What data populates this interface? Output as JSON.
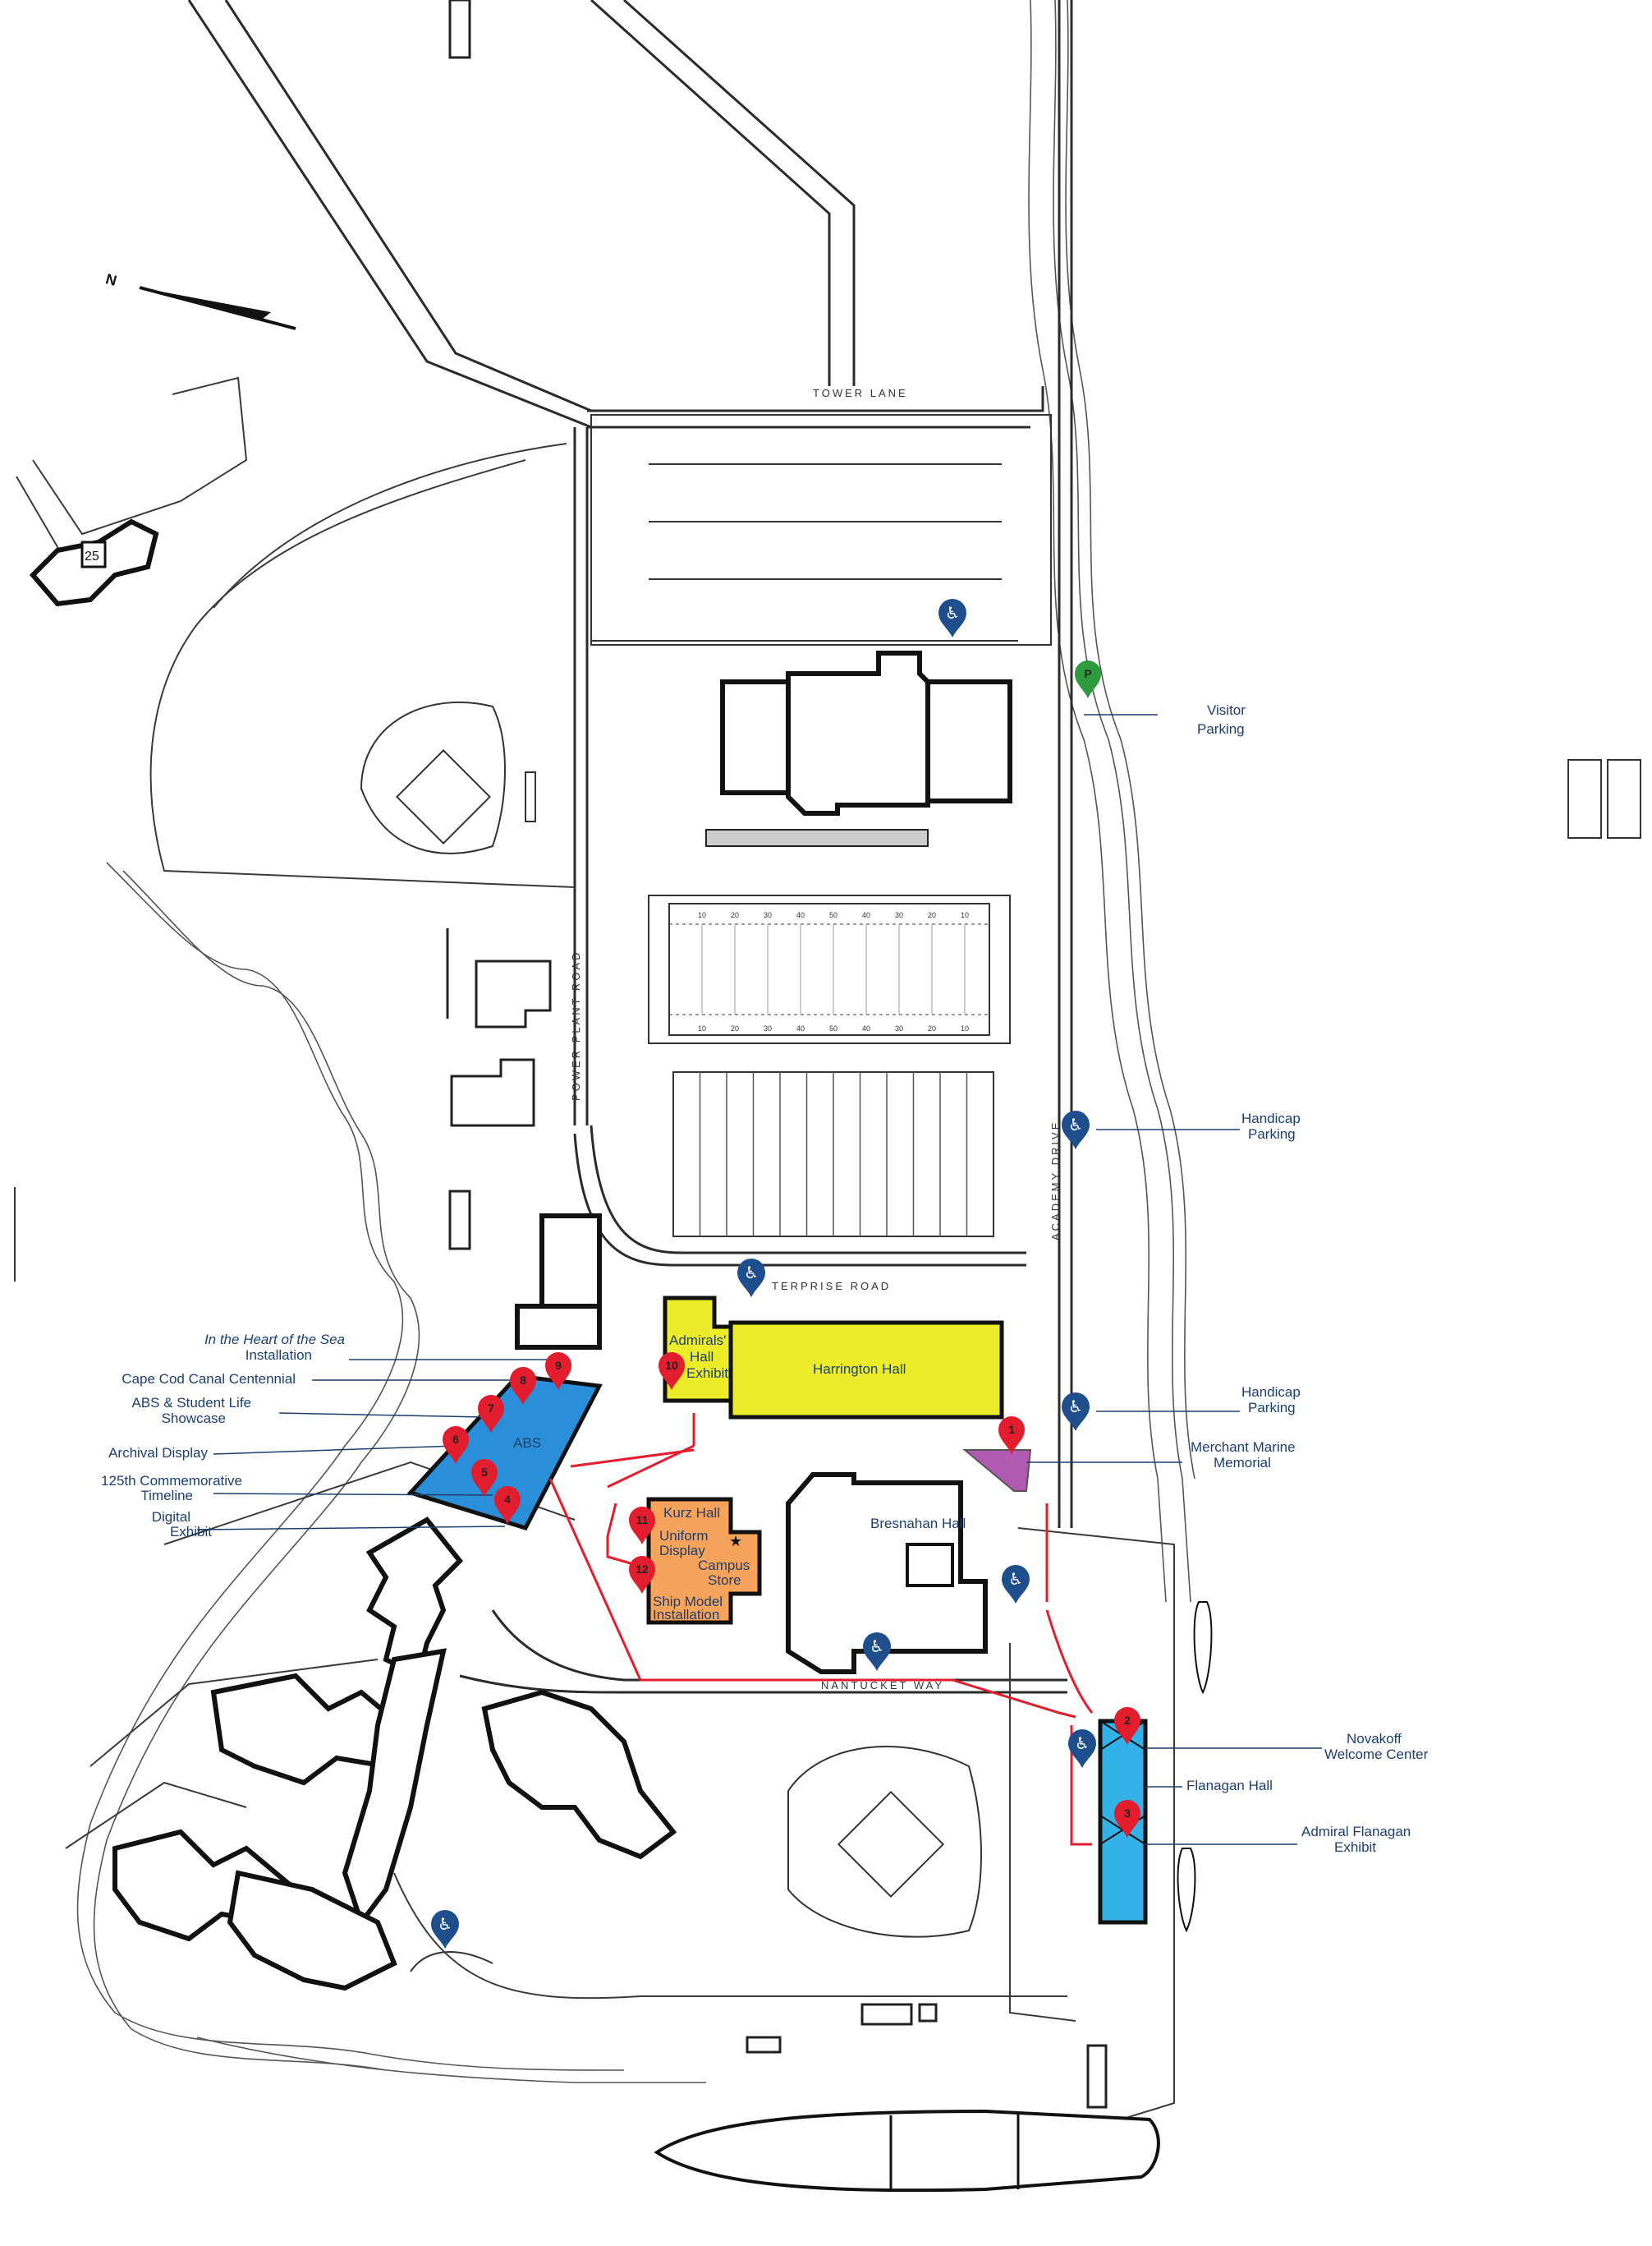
{
  "colors": {
    "pin_red": "#e21d2e",
    "handicap_blue": "#1f4e8c",
    "parking_green": "#2e9b3e",
    "abs_blue": "#2a8fd8",
    "flanagan_blue": "#33b2ea",
    "harrington_yellow": "#ecec2a",
    "kurz_orange": "#f6a45c",
    "memorial_purple": "#b05ab4",
    "label_navy": "#1d3f6e",
    "route_red": "#e21d2e"
  },
  "roads": {
    "tower_lane": "TOWER LANE",
    "power_plant_road": "POWER PLANT ROAD",
    "academy_drive": "ACADEMY DRIVE",
    "enterprise_road": "TERPRISE ROAD",
    "nantucket_way": "NANTUCKET WAY"
  },
  "buildings": {
    "building_25": "25",
    "abs": "ABS",
    "admirals_hall": [
      "Admirals'",
      "Hall",
      "Exhibit"
    ],
    "harrington_hall": "Harrington Hall",
    "bresnahan_hall": "Bresnahan Hall",
    "kurz_hall": "Kurz Hall",
    "uniform_display": [
      "Uniform",
      "Display"
    ],
    "campus_store": [
      "Campus",
      "Store"
    ],
    "ship_model": [
      "Ship Model",
      "Installation"
    ]
  },
  "left_callouts": [
    {
      "lines": [
        "In the Heart of the Sea",
        "Installation"
      ],
      "italic_first": true
    },
    {
      "lines": [
        "Cape Cod Canal Centennial"
      ]
    },
    {
      "lines": [
        "ABS & Student Life",
        "Showcase"
      ]
    },
    {
      "lines": [
        "Archival Display"
      ]
    },
    {
      "lines": [
        "125th Commemorative",
        "Timeline"
      ]
    },
    {
      "lines": [
        "Digital",
        "Exhibit"
      ]
    }
  ],
  "right_callouts": [
    {
      "lines": [
        "Visitor",
        "Parking"
      ]
    },
    {
      "lines": [
        "Handicap",
        "Parking"
      ]
    },
    {
      "lines": [
        "Handicap",
        "Parking"
      ]
    },
    {
      "lines": [
        "Merchant Marine",
        "Memorial"
      ]
    },
    {
      "lines": [
        "Novakoff",
        "Welcome Center"
      ]
    },
    {
      "lines": [
        "Flanagan Hall"
      ]
    },
    {
      "lines": [
        "Admiral Flanagan",
        "Exhibit"
      ]
    }
  ],
  "pins": [
    "1",
    "2",
    "3",
    "4",
    "5",
    "6",
    "7",
    "8",
    "9",
    "10",
    "11",
    "12"
  ],
  "parking_pin": "P",
  "field_yard_numbers": [
    "10",
    "20",
    "30",
    "40",
    "50",
    "40",
    "30",
    "20",
    "10"
  ],
  "icons": {
    "handicap": "handicap-parking-icon",
    "pin": "map-pin-icon",
    "north": "north-arrow-icon",
    "star": "star-icon"
  }
}
